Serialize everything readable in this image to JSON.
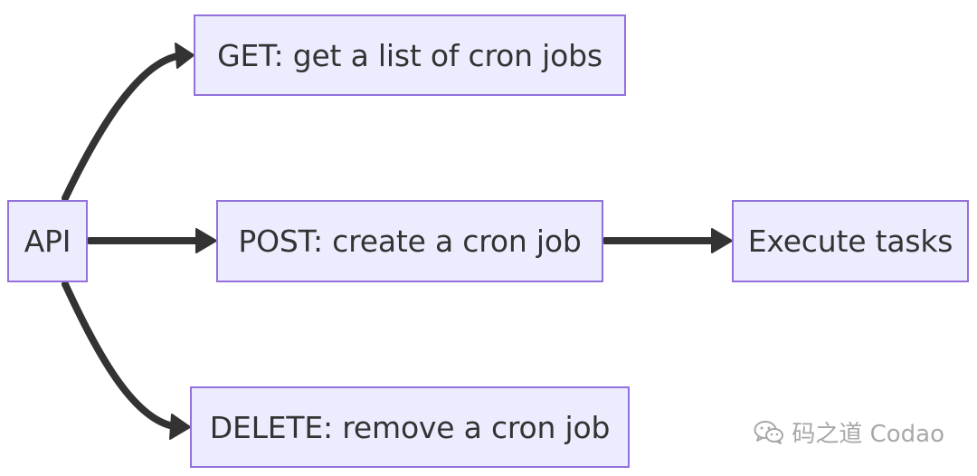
{
  "nodes": {
    "api": "API",
    "get": "GET: get a list of cron jobs",
    "post": "POST: create a cron job",
    "execute": "Execute tasks",
    "delete": "DELETE: remove a cron job"
  },
  "colors": {
    "node_fill": "#ececff",
    "node_border": "#9370db",
    "edge": "#333333",
    "text": "#333333",
    "watermark": "#a8a8a8"
  },
  "watermark": {
    "icon": "wechat-icon",
    "text": "码之道 Codao"
  }
}
